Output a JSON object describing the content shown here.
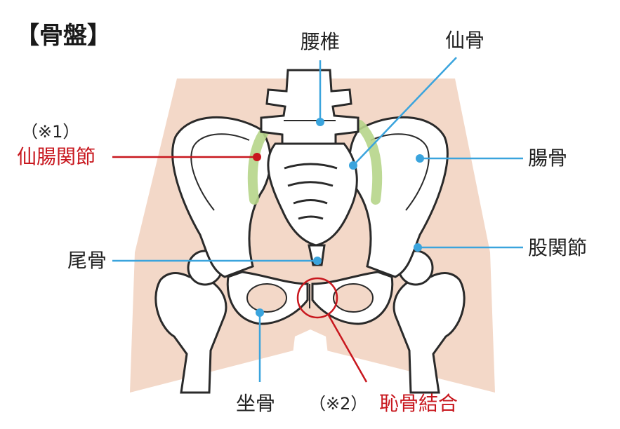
{
  "title": "【骨盤】",
  "labels": {
    "lumbar": "腰椎",
    "sacrum": "仙骨",
    "si_joint_note": "（※1）",
    "si_joint": "仙腸関節",
    "ilium": "腸骨",
    "coccyx": "尾骨",
    "hip_joint": "股関節",
    "ischium": "坐骨",
    "symphysis_note": "（※2）",
    "symphysis": "恥骨結合"
  },
  "colors": {
    "leader_blue": "#3aa4dd",
    "leader_red": "#c8171e",
    "skin": "#f3d8c8",
    "bone": "#ffffff",
    "outline": "#2a2a2a",
    "joint_green": "#b6d58a"
  }
}
